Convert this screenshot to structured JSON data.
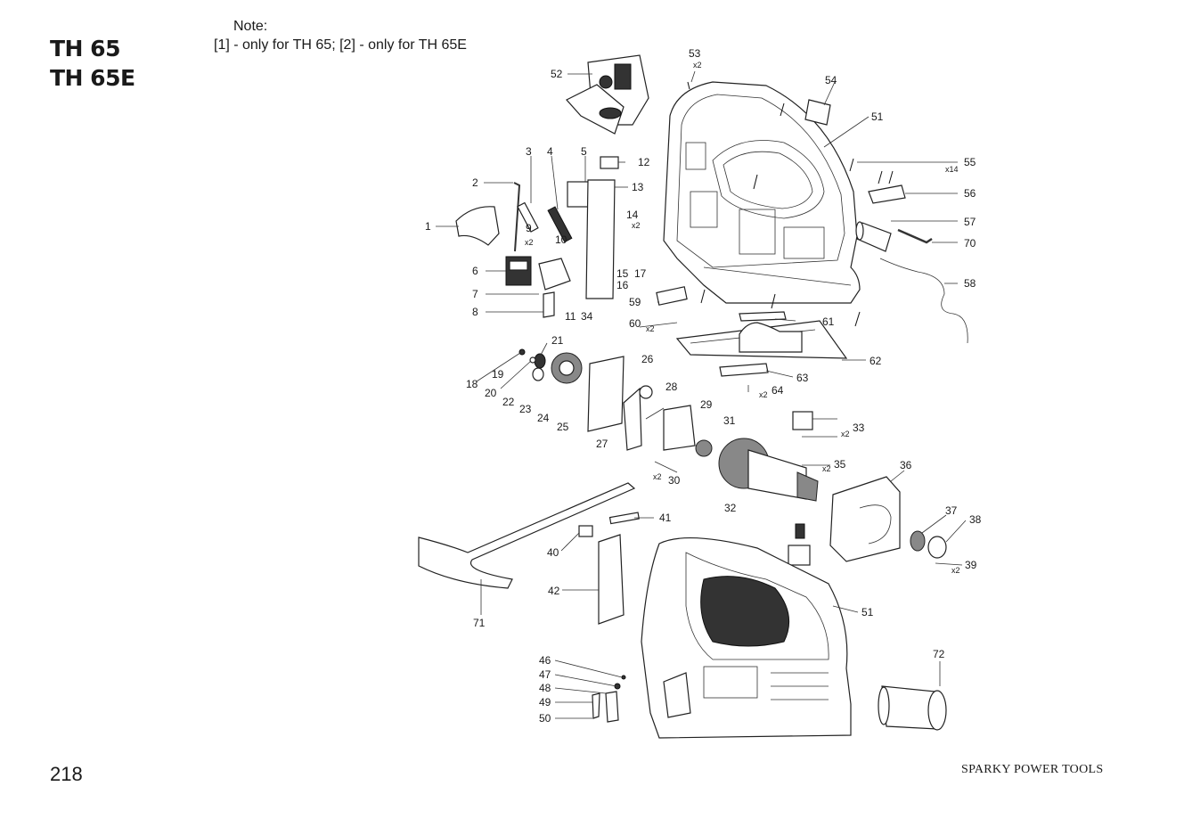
{
  "models": [
    "TH 65",
    "TH 65E"
  ],
  "note": {
    "title": "Note:",
    "text": "[1] - only for TH 65; [2] - only for TH 65E"
  },
  "page_number": "218",
  "brand": "SPARKY POWER TOOLS",
  "parts": [
    {
      "id": "p1",
      "label": "1"
    },
    {
      "id": "p2",
      "label": "2"
    },
    {
      "id": "p3",
      "label": "3"
    },
    {
      "id": "p4",
      "label": "4"
    },
    {
      "id": "p5",
      "label": "5"
    },
    {
      "id": "p6",
      "label": "6"
    },
    {
      "id": "p7",
      "label": "7"
    },
    {
      "id": "p8",
      "label": "8"
    },
    {
      "id": "p9",
      "label": "9",
      "qty": "x2"
    },
    {
      "id": "p10",
      "label": "10"
    },
    {
      "id": "p11",
      "label": "11"
    },
    {
      "id": "p12",
      "label": "12"
    },
    {
      "id": "p13",
      "label": "13"
    },
    {
      "id": "p14",
      "label": "14",
      "qty": "x2"
    },
    {
      "id": "p15",
      "label": "15"
    },
    {
      "id": "p16",
      "label": "16"
    },
    {
      "id": "p17",
      "label": "17"
    },
    {
      "id": "p18",
      "label": "18"
    },
    {
      "id": "p19",
      "label": "19"
    },
    {
      "id": "p20",
      "label": "20"
    },
    {
      "id": "p21",
      "label": "21"
    },
    {
      "id": "p22",
      "label": "22"
    },
    {
      "id": "p23",
      "label": "23"
    },
    {
      "id": "p24",
      "label": "24"
    },
    {
      "id": "p25",
      "label": "25"
    },
    {
      "id": "p26",
      "label": "26"
    },
    {
      "id": "p27",
      "label": "27"
    },
    {
      "id": "p28",
      "label": "28"
    },
    {
      "id": "p29",
      "label": "29"
    },
    {
      "id": "p30",
      "label": "30",
      "qty": "x2"
    },
    {
      "id": "p31",
      "label": "31"
    },
    {
      "id": "p32",
      "label": "32"
    },
    {
      "id": "p33",
      "label": "33",
      "qty": "x2"
    },
    {
      "id": "p34",
      "label": "34"
    },
    {
      "id": "p35",
      "label": "35",
      "qty": "x2"
    },
    {
      "id": "p36",
      "label": "36"
    },
    {
      "id": "p37",
      "label": "37"
    },
    {
      "id": "p38",
      "label": "38"
    },
    {
      "id": "p39",
      "label": "39",
      "qty": "x2"
    },
    {
      "id": "p40",
      "label": "40"
    },
    {
      "id": "p41",
      "label": "41"
    },
    {
      "id": "p42",
      "label": "42"
    },
    {
      "id": "p46",
      "label": "46"
    },
    {
      "id": "p47",
      "label": "47"
    },
    {
      "id": "p48",
      "label": "48"
    },
    {
      "id": "p49",
      "label": "49"
    },
    {
      "id": "p50",
      "label": "50"
    },
    {
      "id": "p51a",
      "label": "51"
    },
    {
      "id": "p51b",
      "label": "51"
    },
    {
      "id": "p52",
      "label": "52"
    },
    {
      "id": "p53",
      "label": "53",
      "qty": "x2"
    },
    {
      "id": "p54",
      "label": "54"
    },
    {
      "id": "p55",
      "label": "55",
      "qty": "x14"
    },
    {
      "id": "p56",
      "label": "56"
    },
    {
      "id": "p57",
      "label": "57"
    },
    {
      "id": "p58",
      "label": "58"
    },
    {
      "id": "p59",
      "label": "59"
    },
    {
      "id": "p60",
      "label": "60",
      "qty": "x2"
    },
    {
      "id": "p61",
      "label": "61"
    },
    {
      "id": "p62",
      "label": "62"
    },
    {
      "id": "p63",
      "label": "63"
    },
    {
      "id": "p64",
      "label": "64",
      "qty": "x2"
    },
    {
      "id": "p70",
      "label": "70"
    },
    {
      "id": "p71",
      "label": "71"
    },
    {
      "id": "p72",
      "label": "72"
    }
  ]
}
